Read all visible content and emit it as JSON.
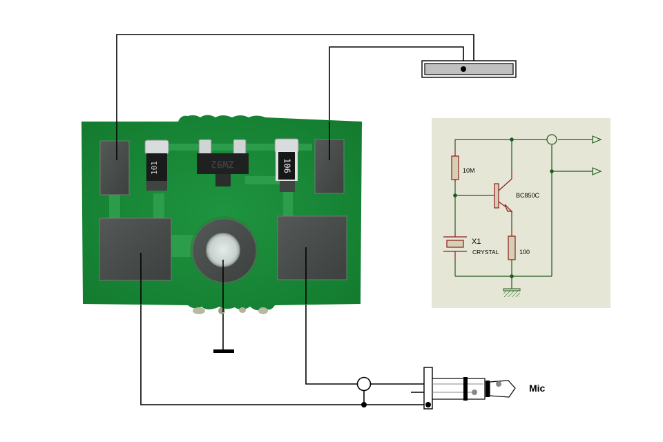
{
  "diagram": {
    "title": "Crystal microphone pickup wiring",
    "pcb": {
      "resistor_left_code": "101",
      "transistor_marking": "ZW92",
      "resistor_right_code": "106"
    },
    "jack": {
      "label": "Mic"
    },
    "schematic": {
      "resistor_top_label": "10M",
      "transistor_label": "BC850C",
      "crystal_ref": "X1",
      "crystal_label": "CRYSTAL",
      "resistor_bottom_label": "100"
    },
    "colors": {
      "pcb_green": "#1f8a3a",
      "pad_grey": "#4a4f4c",
      "wire": "#000000",
      "schematic_bg": "#e8e8d8",
      "schematic_wire": "#1e5a1e",
      "schematic_component": "#8b1a1a",
      "component_fill": "#d4d0b4"
    }
  }
}
